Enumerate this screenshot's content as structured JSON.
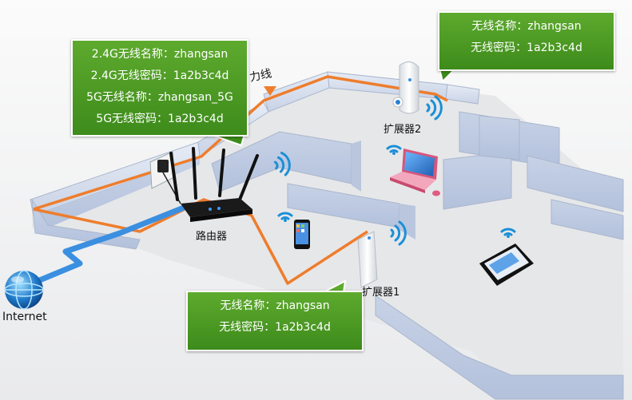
{
  "callouts": {
    "router": {
      "line1": "2.4G无线名称：zhangsan",
      "line2": "2.4G无线密码：1a2b3c4d",
      "line3": "5G无线名称：zhangsan_5G",
      "line4": "5G无线密码：1a2b3c4d"
    },
    "extender2": {
      "line1": "无线名称：zhangsan",
      "line2": "无线密码：1a2b3c4d"
    },
    "extender1": {
      "line1": "无线名称：zhangsan",
      "line2": "无线密码：1a2b3c4d"
    }
  },
  "labels": {
    "router": "路由器",
    "extender1": "扩展器1",
    "extender2": "扩展器2",
    "internet": "Internet",
    "cable_partial": "力线"
  },
  "colors": {
    "callout_green": "#4f9d25",
    "power_line_orange": "#ee7d2c",
    "cable_blue": "#3b8fe0",
    "wifi_blue": "#1a8fd8",
    "floor": "#e5e6e8",
    "wall": "#cfd8e8"
  },
  "icons": [
    "globe-icon",
    "router-icon",
    "wall-socket-icon",
    "extender-icon",
    "laptop-icon",
    "mouse-icon",
    "smartphone-icon",
    "tablet-icon",
    "wifi-signal-icon"
  ]
}
